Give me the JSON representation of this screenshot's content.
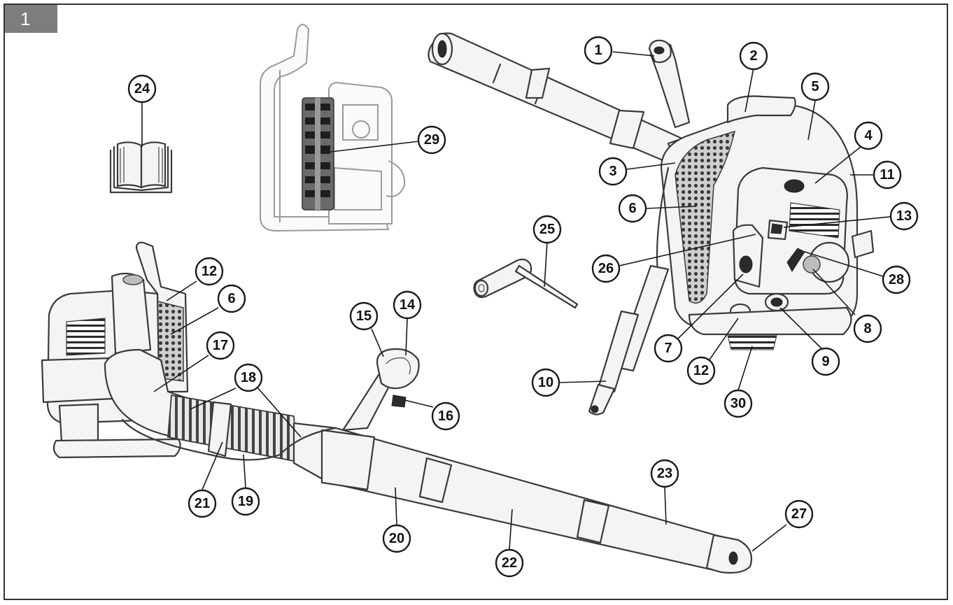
{
  "figure": {
    "label": "1"
  },
  "callouts": [
    {
      "id": "c1",
      "num": "1"
    },
    {
      "id": "c2",
      "num": "2"
    },
    {
      "id": "c3",
      "num": "3"
    },
    {
      "id": "c4",
      "num": "4"
    },
    {
      "id": "c5",
      "num": "5"
    },
    {
      "id": "c6a",
      "num": "6"
    },
    {
      "id": "c6b",
      "num": "6"
    },
    {
      "id": "c7",
      "num": "7"
    },
    {
      "id": "c8",
      "num": "8"
    },
    {
      "id": "c9",
      "num": "9"
    },
    {
      "id": "c10",
      "num": "10"
    },
    {
      "id": "c11",
      "num": "11"
    },
    {
      "id": "c12a",
      "num": "12"
    },
    {
      "id": "c12b",
      "num": "12"
    },
    {
      "id": "c13",
      "num": "13"
    },
    {
      "id": "c14",
      "num": "14"
    },
    {
      "id": "c15",
      "num": "15"
    },
    {
      "id": "c16",
      "num": "16"
    },
    {
      "id": "c17",
      "num": "17"
    },
    {
      "id": "c18",
      "num": "18"
    },
    {
      "id": "c19",
      "num": "19"
    },
    {
      "id": "c20",
      "num": "20"
    },
    {
      "id": "c21",
      "num": "21"
    },
    {
      "id": "c22",
      "num": "22"
    },
    {
      "id": "c23",
      "num": "23"
    },
    {
      "id": "c24",
      "num": "24"
    },
    {
      "id": "c25",
      "num": "25"
    },
    {
      "id": "c26",
      "num": "26"
    },
    {
      "id": "c27",
      "num": "27"
    },
    {
      "id": "c28",
      "num": "28"
    },
    {
      "id": "c29",
      "num": "29"
    },
    {
      "id": "c30",
      "num": "30"
    }
  ]
}
